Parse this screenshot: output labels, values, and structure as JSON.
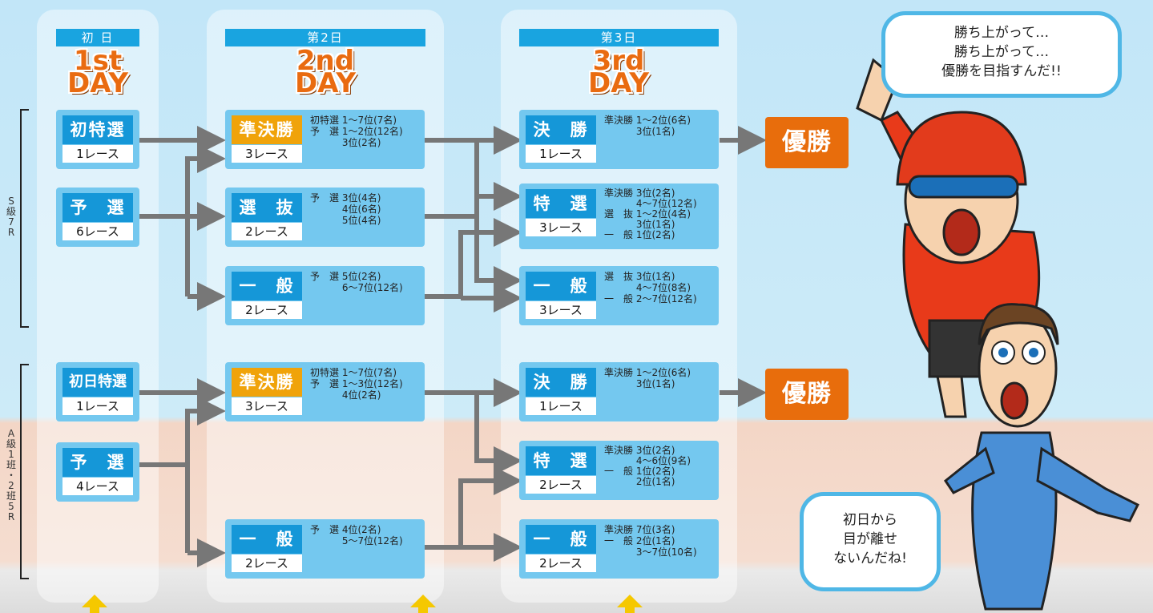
{
  "days": [
    {
      "label": "初 日",
      "title": "1st\nDAY"
    },
    {
      "label": "第2日",
      "title": "2nd\nDAY"
    },
    {
      "label": "第3日",
      "title": "3rd\nDAY"
    }
  ],
  "side_labels": {
    "s_class": "S\n級\n7\nR",
    "a_class": "A\n級\n1\n班\n・\n2\n班\n5\nR"
  },
  "races": {
    "s_d1_tokusen": {
      "name": "初特選",
      "count": "1レース"
    },
    "s_d1_yosen": {
      "name": "予　選",
      "count": "6レース"
    },
    "s_d2_junkessho": {
      "name": "準決勝",
      "count": "3レース",
      "notes": "初特選 1〜7位(7名)\n予　選 1〜2位(12名)\n　　　 3位(2名)"
    },
    "s_d2_senbatsu": {
      "name": "選　抜",
      "count": "2レース",
      "notes": "予　選 3位(4名)\n　　　 4位(6名)\n　　　 5位(4名)"
    },
    "s_d2_ippan": {
      "name": "一　般",
      "count": "2レース",
      "notes": "予　選 5位(2名)\n　　　 6〜7位(12名)"
    },
    "s_d3_kessho": {
      "name": "決　勝",
      "count": "1レース",
      "notes": "準決勝 1〜2位(6名)\n　　　 3位(1名)"
    },
    "s_d3_tokusen": {
      "name": "特　選",
      "count": "3レース",
      "notes": "準決勝 3位(2名)\n　　　 4〜7位(12名)\n選　抜 1〜2位(4名)\n　　　 3位(1名)\n一　般 1位(2名)"
    },
    "s_d3_ippan": {
      "name": "一　般",
      "count": "3レース",
      "notes": "選　抜 3位(1名)\n　　　 4〜7位(8名)\n一　般 2〜7位(12名)"
    },
    "a_d1_tokusen": {
      "name": "初日特選",
      "count": "1レース"
    },
    "a_d1_yosen": {
      "name": "予　選",
      "count": "4レース"
    },
    "a_d2_junkessho": {
      "name": "準決勝",
      "count": "3レース",
      "notes": "初特選 1〜7位(7名)\n予　選 1〜3位(12名)\n　　　 4位(2名)"
    },
    "a_d2_ippan": {
      "name": "一　般",
      "count": "2レース",
      "notes": "予　選 4位(2名)\n　　　 5〜7位(12名)"
    },
    "a_d3_kessho": {
      "name": "決　勝",
      "count": "1レース",
      "notes": "準決勝 1〜2位(6名)\n　　　 3位(1名)"
    },
    "a_d3_tokusen": {
      "name": "特　選",
      "count": "2レース",
      "notes": "準決勝 3位(2名)\n　　　 4〜6位(9名)\n一　般 1位(2名)\n　　　 2位(1名)"
    },
    "a_d3_ippan": {
      "name": "一　般",
      "count": "2レース",
      "notes": "準決勝 7位(3名)\n一　般 2位(1名)\n　　　 3〜7位(10名)"
    }
  },
  "winner_label": "優勝",
  "speech": {
    "top": "勝ち上がって…\n勝ち上がって…\n優勝を目指すんだ!!",
    "bottom": "初日から\n目が離せ\nないんだね!"
  },
  "colors": {
    "race_box": "#74c8ef",
    "race_name": "#1597d8",
    "final_name": "#f0a30a",
    "winner": "#e86d0c",
    "arrow": "#777777"
  }
}
